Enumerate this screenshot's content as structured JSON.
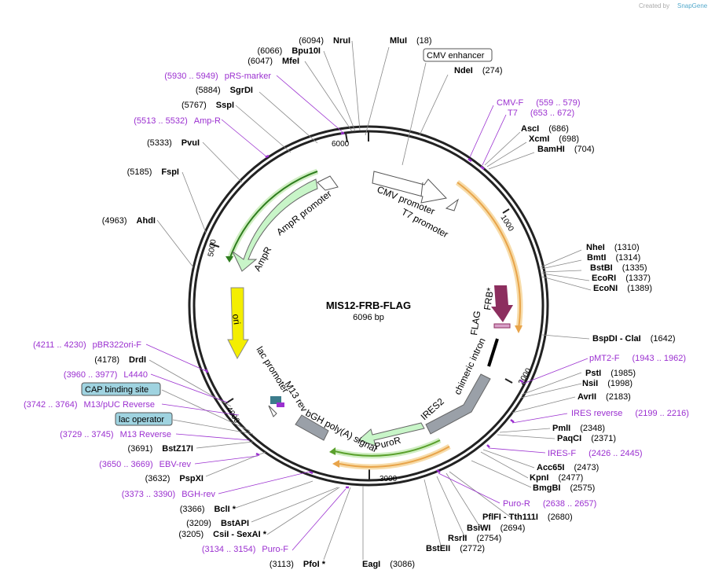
{
  "watermark": {
    "created_by": "Created by",
    "app": "SnapGene"
  },
  "plasmid": {
    "name": "MIS12-FRB-FLAG",
    "size": "6096 bp"
  },
  "ticks": [
    "1000",
    "2000",
    "3000",
    "4000",
    "5000",
    "6000"
  ],
  "sites": [
    {
      "name": "MluI",
      "pos": "(18)"
    },
    {
      "name": "NdeI",
      "pos": "(274)"
    },
    {
      "name": "AscI",
      "pos": "(686)"
    },
    {
      "name": "XcmI",
      "pos": "(698)"
    },
    {
      "name": "BamHI",
      "pos": "(704)"
    },
    {
      "name": "NheI",
      "pos": "(1310)"
    },
    {
      "name": "BmtI",
      "pos": "(1314)"
    },
    {
      "name": "BstBI",
      "pos": "(1335)"
    },
    {
      "name": "EcoRI",
      "pos": "(1337)"
    },
    {
      "name": "EcoNI",
      "pos": "(1389)"
    },
    {
      "name": "BspDI  -  ClaI",
      "pos": "(1642)"
    },
    {
      "name": "PstI",
      "pos": "(1985)"
    },
    {
      "name": "NsiI",
      "pos": "(1998)"
    },
    {
      "name": "AvrII",
      "pos": "(2183)"
    },
    {
      "name": "PmlI",
      "pos": "(2348)"
    },
    {
      "name": "PaqCI",
      "pos": "(2371)"
    },
    {
      "name": "Acc65I",
      "pos": "(2473)"
    },
    {
      "name": "KpnI",
      "pos": "(2477)"
    },
    {
      "name": "BmgBI",
      "pos": "(2575)"
    },
    {
      "name": "PflFI  -  Tth111I",
      "pos": "(2680)"
    },
    {
      "name": "BsiWI",
      "pos": "(2694)"
    },
    {
      "name": "RsrII",
      "pos": "(2754)"
    },
    {
      "name": "BstEII",
      "pos": "(2772)"
    },
    {
      "name": "EagI",
      "pos": "(3086)"
    },
    {
      "name": "PfoI *",
      "pos": "(3113)"
    },
    {
      "name": "CsiI  -  SexAI *",
      "pos": "(3205)"
    },
    {
      "name": "BstAPI",
      "pos": "(3209)"
    },
    {
      "name": "BclI *",
      "pos": "(3366)"
    },
    {
      "name": "PspXI",
      "pos": "(3632)"
    },
    {
      "name": "BstZ17I",
      "pos": "(3691)"
    },
    {
      "name": "DrdI",
      "pos": "(4178)"
    },
    {
      "name": "AhdI",
      "pos": "(4963)"
    },
    {
      "name": "FspI",
      "pos": "(5185)"
    },
    {
      "name": "PvuI",
      "pos": "(5333)"
    },
    {
      "name": "SspI",
      "pos": "(5767)"
    },
    {
      "name": "SgrDI",
      "pos": "(5884)"
    },
    {
      "name": "MfeI",
      "pos": "(6047)"
    },
    {
      "name": "Bpu10I",
      "pos": "(6066)"
    },
    {
      "name": "NruI",
      "pos": "(6094)"
    }
  ],
  "primers": [
    {
      "name": "CMV-F",
      "range": "(559 .. 579)"
    },
    {
      "name": "T7",
      "range": "(653 .. 672)"
    },
    {
      "name": "pMT2-F",
      "range": "(1943 .. 1962)"
    },
    {
      "name": "IRES reverse",
      "range": "(2199 .. 2216)"
    },
    {
      "name": "IRES-F",
      "range": "(2426 .. 2445)"
    },
    {
      "name": "Puro-R",
      "range": "(2638 .. 2657)"
    },
    {
      "name": "Puro-F",
      "range": "(3134 .. 3154)"
    },
    {
      "name": "BGH-rev",
      "range": "(3373 .. 3390)"
    },
    {
      "name": "EBV-rev",
      "range": "(3650 .. 3669)"
    },
    {
      "name": "M13 Reverse",
      "range": "(3729 .. 3745)"
    },
    {
      "name": "M13/pUC Reverse",
      "range": "(3742 .. 3764)"
    },
    {
      "name": "L4440",
      "range": "(3960 .. 3977)"
    },
    {
      "name": "pBR322ori-F",
      "range": "(4211 .. 4230)"
    },
    {
      "name": "Amp-R",
      "range": "(5513 .. 5532)"
    },
    {
      "name": "pRS-marker",
      "range": "(5930 .. 5949)"
    }
  ],
  "boxed_features": [
    "CMV enhancer",
    "CAP binding site",
    "lac operator"
  ],
  "features": {
    "cmv_promoter": "CMV promoter",
    "t7_promoter": "T7 promoter",
    "frb": "FRB*",
    "flag": "FLAG",
    "chimeric_intron": "chimeric intron",
    "ires2": "IRES2",
    "puror": "PuroR",
    "bgh": "bGH poly(A) signal",
    "m13_rev": "M13 rev",
    "lac_promoter": "lac promoter",
    "ori": "ori",
    "ampr": "AmpR",
    "ampr_promoter": "AmpR promoter"
  },
  "colors": {
    "primer": "#9b30d0",
    "orf_orange": "#e8a44a",
    "orf_green": "#5aa02c",
    "ori_yellow": "#f4ee00",
    "ampr_green": "#c8f5c8",
    "frb_purple": "#8c2e5e",
    "grey_feature": "#9aa0a8",
    "boxed_blue": "#9fd3e0"
  }
}
